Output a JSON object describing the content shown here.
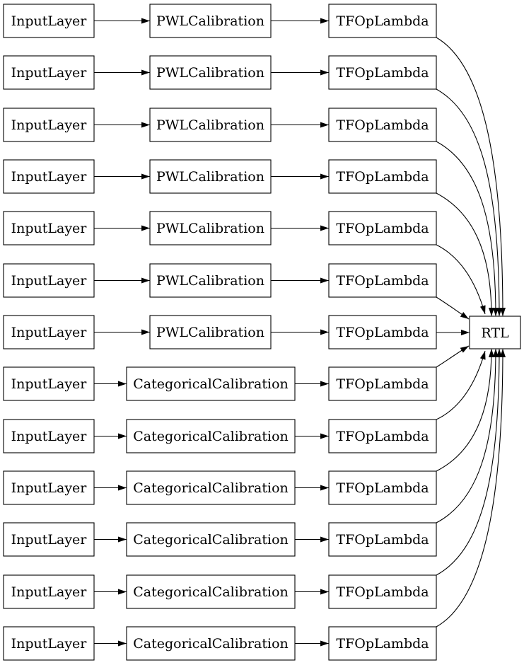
{
  "diagram": {
    "type": "model-architecture-graph",
    "colors": {
      "background": "#ffffff",
      "node_fill": "#ffffff",
      "node_border": "#000000",
      "edge": "#000000",
      "text": "#000000"
    },
    "output_node": {
      "label": "RTL"
    },
    "rows": [
      {
        "input": "InputLayer",
        "calibration": "PWLCalibration",
        "op": "TFOpLambda"
      },
      {
        "input": "InputLayer",
        "calibration": "PWLCalibration",
        "op": "TFOpLambda"
      },
      {
        "input": "InputLayer",
        "calibration": "PWLCalibration",
        "op": "TFOpLambda"
      },
      {
        "input": "InputLayer",
        "calibration": "PWLCalibration",
        "op": "TFOpLambda"
      },
      {
        "input": "InputLayer",
        "calibration": "PWLCalibration",
        "op": "TFOpLambda"
      },
      {
        "input": "InputLayer",
        "calibration": "PWLCalibration",
        "op": "TFOpLambda"
      },
      {
        "input": "InputLayer",
        "calibration": "PWLCalibration",
        "op": "TFOpLambda"
      },
      {
        "input": "InputLayer",
        "calibration": "CategoricalCalibration",
        "op": "TFOpLambda"
      },
      {
        "input": "InputLayer",
        "calibration": "CategoricalCalibration",
        "op": "TFOpLambda"
      },
      {
        "input": "InputLayer",
        "calibration": "CategoricalCalibration",
        "op": "TFOpLambda"
      },
      {
        "input": "InputLayer",
        "calibration": "CategoricalCalibration",
        "op": "TFOpLambda"
      },
      {
        "input": "InputLayer",
        "calibration": "CategoricalCalibration",
        "op": "TFOpLambda"
      },
      {
        "input": "InputLayer",
        "calibration": "CategoricalCalibration",
        "op": "TFOpLambda"
      }
    ]
  }
}
